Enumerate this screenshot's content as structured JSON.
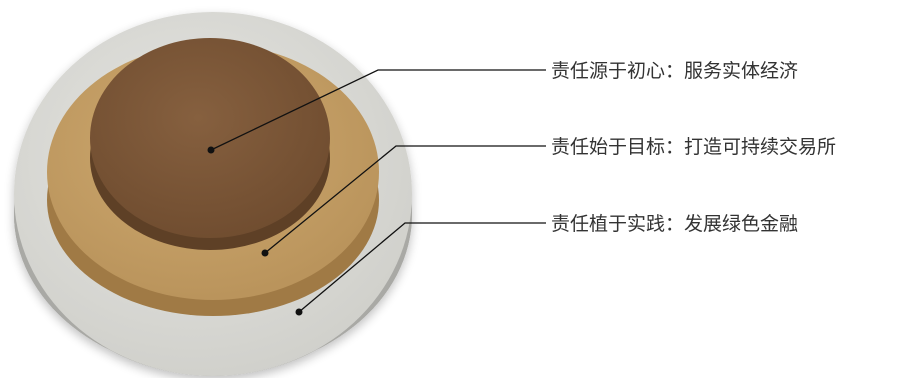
{
  "diagram": {
    "layers": [
      {
        "text": "责任源于初心：服务实体经济",
        "top_color": "#7b5637",
        "side_color": "#5e4026"
      },
      {
        "text": "责任始于目标：打造可持续交易所",
        "top_color": "#c39e64",
        "side_color": "#a07a45"
      },
      {
        "text": "责任植于实践：发展绿色金融",
        "top_color": "#d9d9d4",
        "side_color": "#a7a7a3"
      }
    ],
    "line_color": "#111111"
  }
}
